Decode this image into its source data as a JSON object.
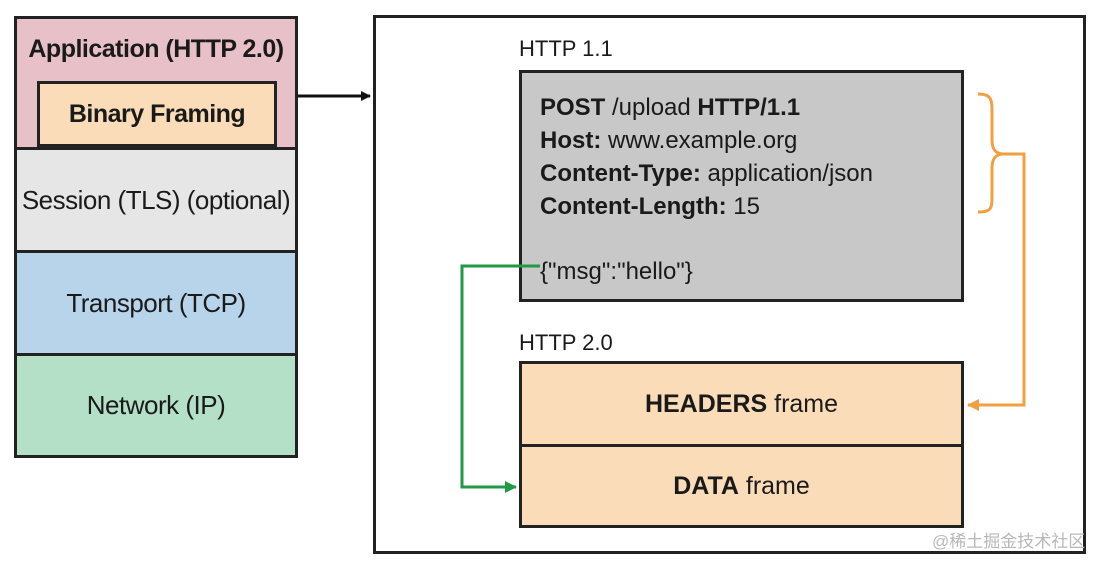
{
  "stack": {
    "application": "Application (HTTP 2.0)",
    "binary_framing": "Binary Framing",
    "session": "Session (TLS) (optional)",
    "transport": "Transport (TCP)",
    "network": "Network (IP)"
  },
  "http11": {
    "label": "HTTP 1.1",
    "lines": [
      {
        "key": "POST",
        "value": " /upload ",
        "key2": "HTTP/1.1"
      },
      {
        "key": "Host:",
        "value": " www.example.org"
      },
      {
        "key": "Content-Type:",
        "value": " application/json"
      },
      {
        "key": "Content-Length:",
        "value": " 15"
      }
    ],
    "body": "{\"msg\":\"hello\"}"
  },
  "http20": {
    "label": "HTTP 2.0",
    "headers_frame": {
      "bold": "HEADERS",
      "rest": " frame"
    },
    "data_frame": {
      "bold": "DATA",
      "rest": " frame"
    }
  },
  "watermark": "@稀土掘金技术社区",
  "colors": {
    "application": "#e8c0c8",
    "binary_framing": "#fadcb8",
    "session": "#e6e6e6",
    "transport": "#b8d4ea",
    "network": "#b4e0c8",
    "http11_box": "#c8c8c8",
    "frame": "#fadcb8",
    "orange": "#f0a040",
    "green": "#229944"
  }
}
